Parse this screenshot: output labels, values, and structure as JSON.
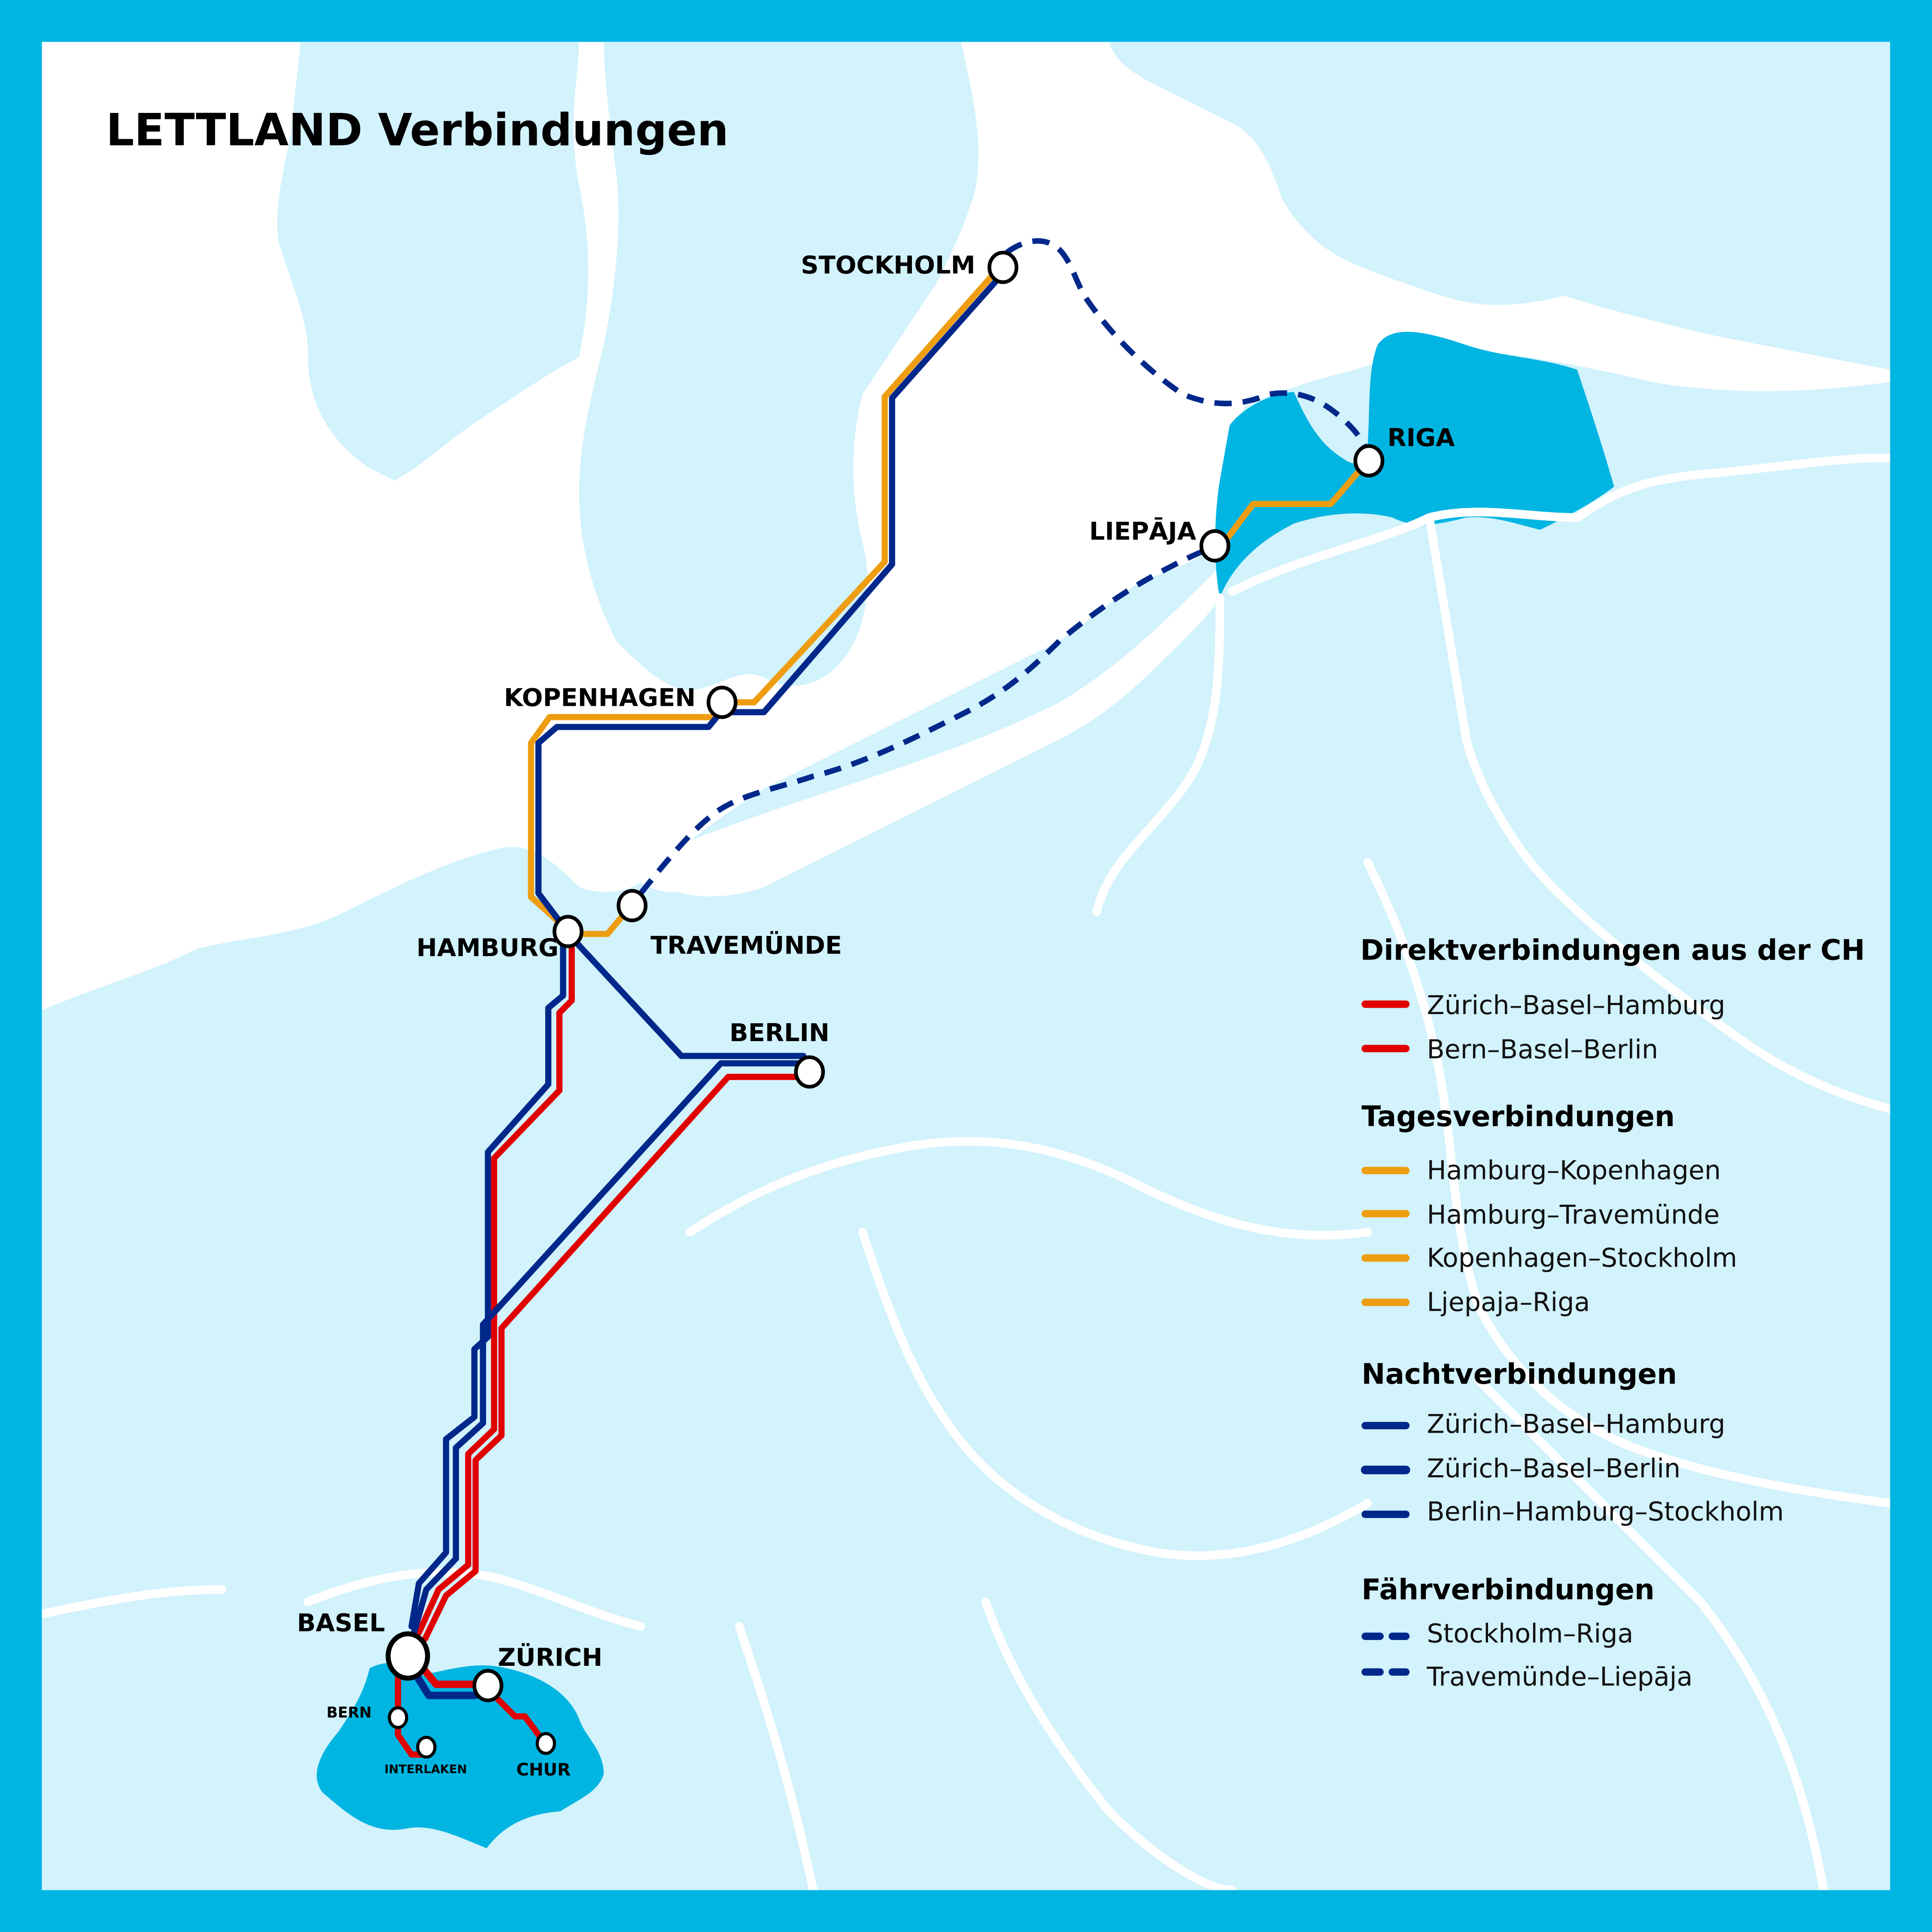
{
  "title": "LETTLAND Verbindungen",
  "colors": {
    "frame": "#00b5e2",
    "sea_background": "#ffffff",
    "land": "#d2f2fc",
    "highlight_country": "#00b5e2",
    "direct_red": "#e10000",
    "day_orange": "#ee9d11",
    "night_blue": "#00288a",
    "ferry_blue": "#00288a",
    "border_white": "#ffffff"
  },
  "stations": {
    "stockholm": "STOCKHOLM",
    "kopenhagen": "KOPENHAGEN",
    "hamburg": "HAMBURG",
    "travemuende": "TRAVEMÜNDE",
    "berlin": "BERLIN",
    "basel": "BASEL",
    "zuerich": "ZÜRICH",
    "bern": "BERN",
    "interlaken": "INTERLAKEN",
    "chur": "CHUR",
    "liepaja": "LIEPĀJA",
    "riga": "RIGA"
  },
  "legend": {
    "groups": [
      {
        "heading": "Direktverbindungen aus der CH",
        "style": "solid",
        "color": "#e10000",
        "items": [
          "Zürich–Basel–Hamburg",
          "Bern–Basel–Berlin"
        ]
      },
      {
        "heading": "Tagesverbindungen",
        "style": "solid",
        "color": "#ee9d11",
        "items": [
          "Hamburg–Kopenhagen",
          "Hamburg–Travemünde",
          "Kopenhagen–Stockholm",
          "Ljepaja–Riga"
        ]
      },
      {
        "heading": "Nachtverbindungen",
        "style": "solid",
        "color": "#00288a",
        "items": [
          "Zürich–Basel–Hamburg",
          "Zürich–Basel–Berlin",
          "Berlin–Hamburg–Stockholm"
        ]
      },
      {
        "heading": "Fährverbindungen",
        "style": "dashed",
        "color": "#00288a",
        "items": [
          "Stockholm–Riga",
          "Travemünde–Liepāja"
        ]
      }
    ]
  }
}
